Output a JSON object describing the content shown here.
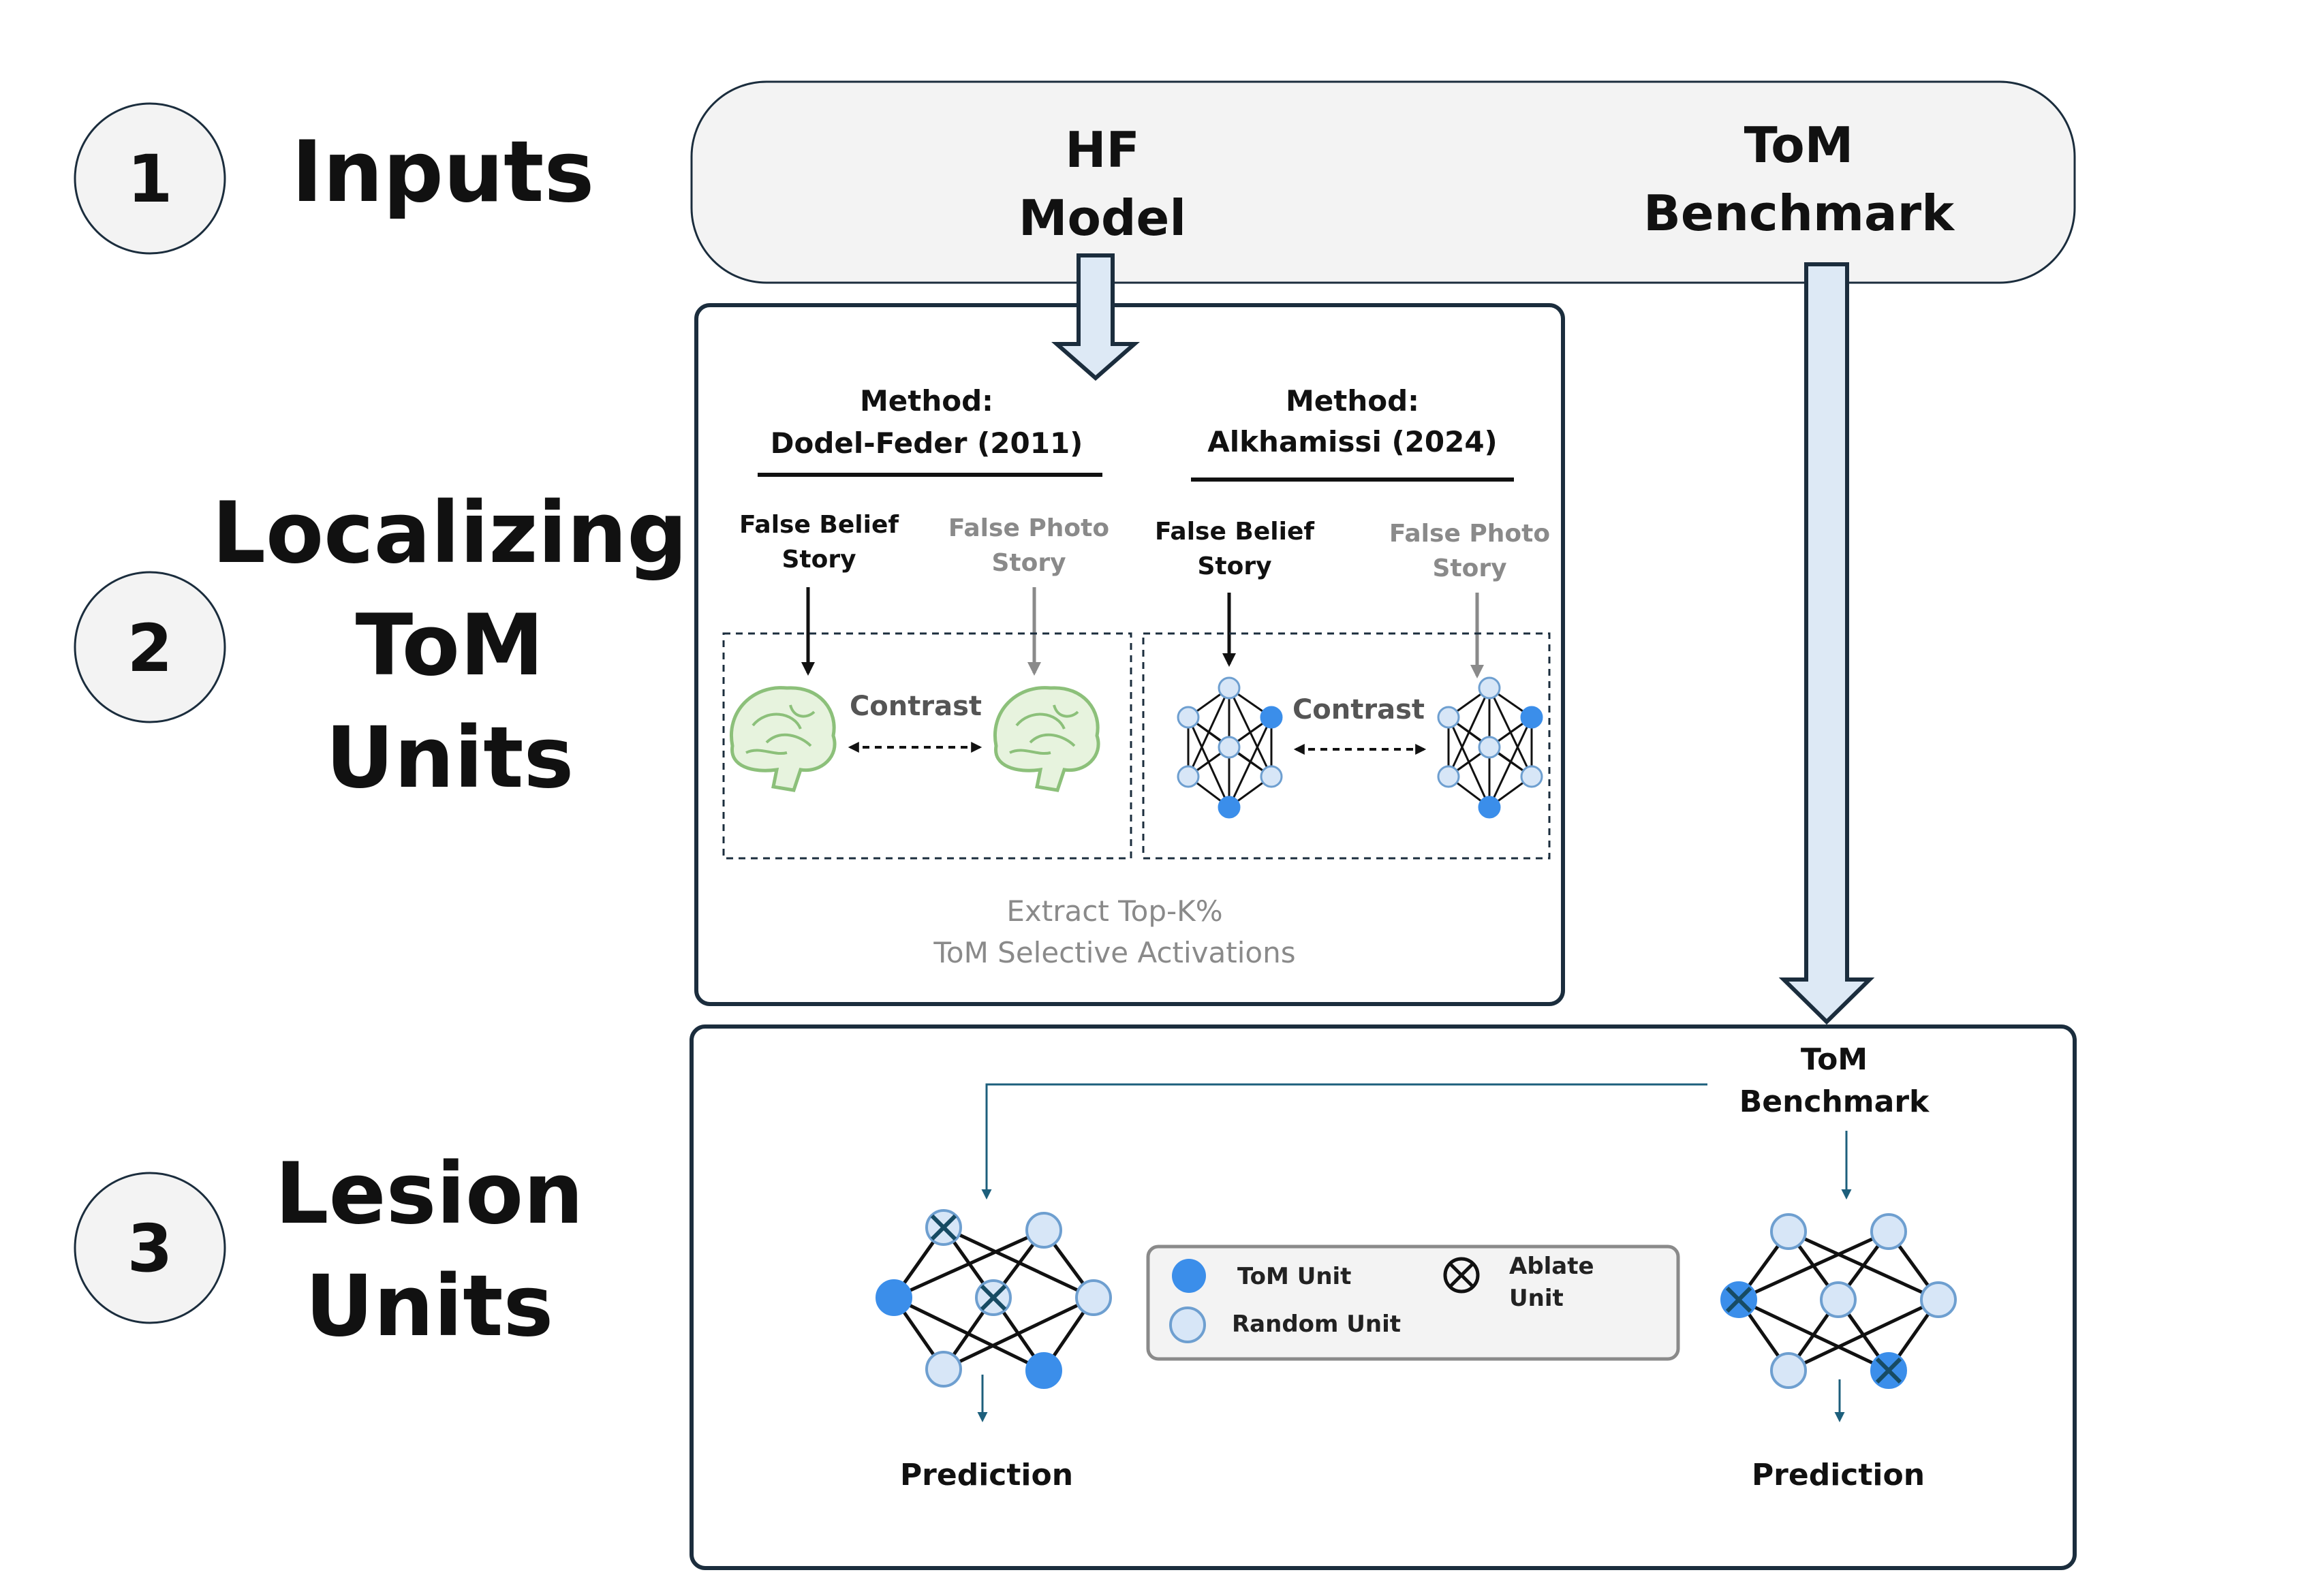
{
  "steps": [
    {
      "number": "1",
      "title_lines": [
        "Inputs"
      ]
    },
    {
      "number": "2",
      "title_lines": [
        "Localizing",
        "ToM",
        "Units"
      ]
    },
    {
      "number": "3",
      "title_lines": [
        "Lesion",
        "Units"
      ]
    }
  ],
  "inputs": {
    "model_lines": [
      "HF",
      "Model"
    ],
    "benchmark_lines": [
      "ToM",
      "Benchmark"
    ]
  },
  "localize": {
    "methods": [
      {
        "heading_lines": [
          "Method:",
          "Dodel-Feder (2011)"
        ],
        "belief_lines": [
          "False Belief",
          "Story"
        ],
        "photo_lines": [
          "False Photo",
          "Story"
        ],
        "contrast": "Contrast"
      },
      {
        "heading_lines": [
          "Method:",
          "Alkhamissi (2024)"
        ],
        "belief_lines": [
          "False Belief",
          "Story"
        ],
        "photo_lines": [
          "False Photo",
          "Story"
        ],
        "contrast": "Contrast"
      }
    ],
    "extract_lines": [
      "Extract Top-K%",
      "ToM Selective Activations"
    ]
  },
  "lesion": {
    "benchmark_lines": [
      "ToM",
      "Benchmark"
    ],
    "prediction_left": "Prediction",
    "prediction_right": "Prediction",
    "legend": {
      "tom_unit": "ToM Unit",
      "random_unit": "Random Unit",
      "ablate_lines": [
        "Ablate",
        "Unit"
      ]
    }
  },
  "colors": {
    "tom_unit": "#3b8eea",
    "random_unit": "#d7e6f7",
    "arrow_fill": "#dde9f5",
    "arrow_stroke": "#1b2d3d",
    "lesion_arrow": "#1d5f7c",
    "brain_outline": "#8cc07a",
    "brain_fill": "#e7f3de",
    "inputs_box_fill": "#f3f3f3"
  }
}
